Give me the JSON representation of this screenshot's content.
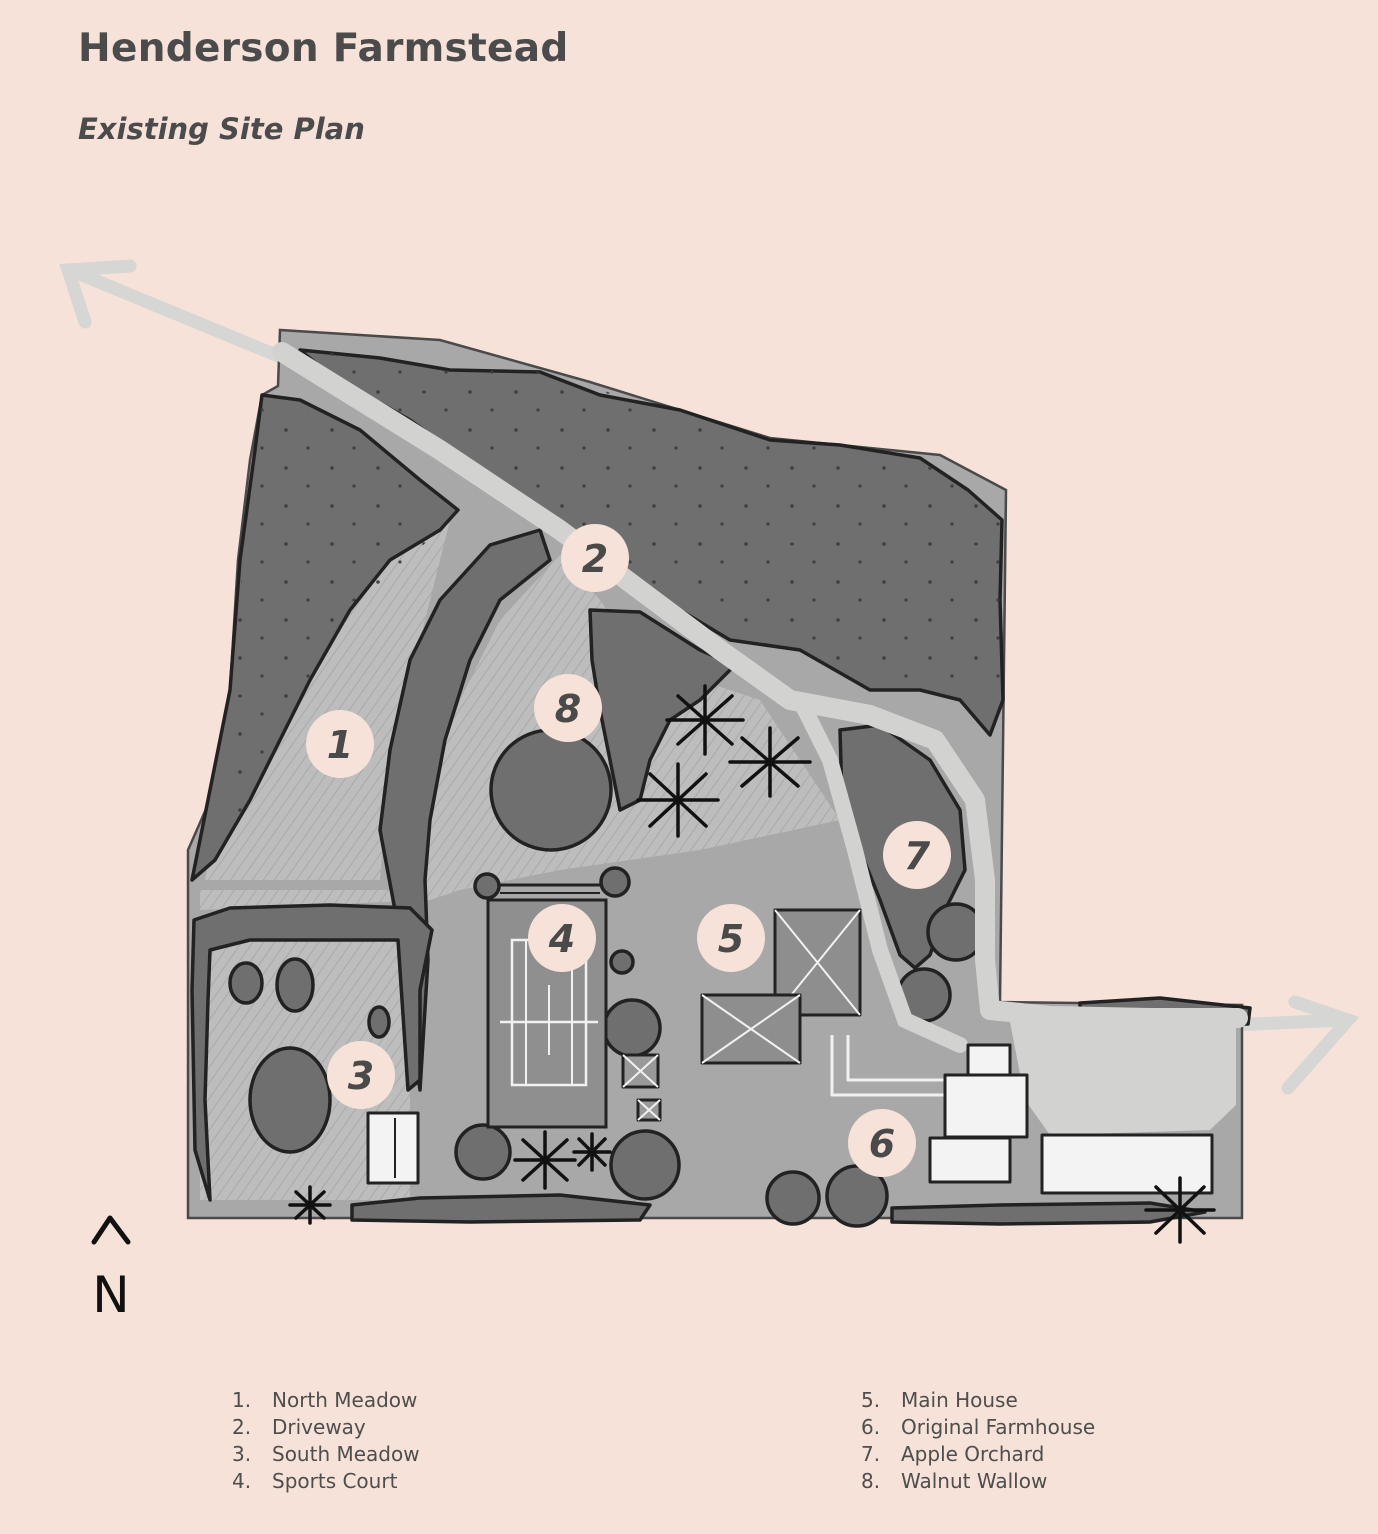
{
  "title": "Henderson Farmstead",
  "subtitle": "Existing Site Plan",
  "north_label": "N",
  "colors": {
    "background": "#f6e2d8",
    "site": "#a5a5a5",
    "woods": "#6e6e6e",
    "meadow": "#bcbcbc",
    "road": "#d1d1cf",
    "building": "#f3f3f3",
    "marker": "#f6e2d8"
  },
  "markers": [
    {
      "id": 1,
      "label": "1"
    },
    {
      "id": 2,
      "label": "2"
    },
    {
      "id": 3,
      "label": "3"
    },
    {
      "id": 4,
      "label": "4"
    },
    {
      "id": 5,
      "label": "5"
    },
    {
      "id": 6,
      "label": "6"
    },
    {
      "id": 7,
      "label": "7"
    },
    {
      "id": 8,
      "label": "8"
    }
  ],
  "legend": {
    "left": [
      {
        "num": "1.",
        "label": "North Meadow"
      },
      {
        "num": "2.",
        "label": "Driveway"
      },
      {
        "num": "3.",
        "label": "South Meadow"
      },
      {
        "num": "4.",
        "label": "Sports Court"
      }
    ],
    "right": [
      {
        "num": "5.",
        "label": "Main House"
      },
      {
        "num": "6.",
        "label": "Original Farmhouse"
      },
      {
        "num": "7.",
        "label": "Apple Orchard"
      },
      {
        "num": "8.",
        "label": "Walnut Wallow"
      }
    ]
  }
}
